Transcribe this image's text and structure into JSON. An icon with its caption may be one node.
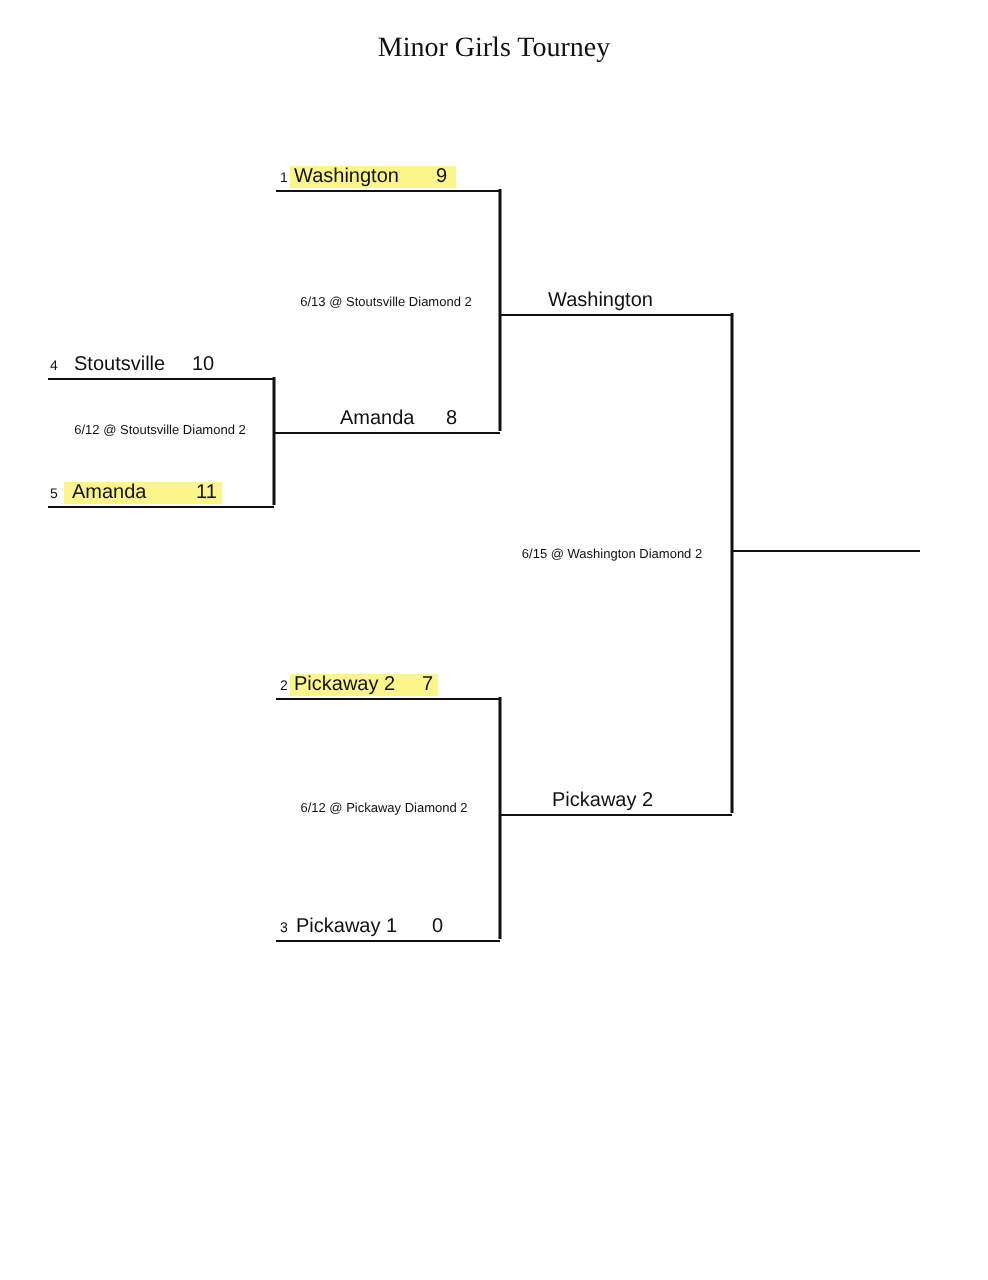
{
  "diagram": {
    "title": "Minor Girls Tourney",
    "nodes": [
      {
        "text": [
          "1",
          "Washington",
          "9"
        ]
      },
      {
        "text": [
          "4",
          "Stoutsville",
          "10"
        ]
      },
      {
        "text": [
          "5",
          "Amanda",
          "11"
        ]
      },
      {
        "text": [
          "Amanda",
          "8"
        ]
      },
      {
        "text": [
          "2",
          "Pickaway 2",
          "7"
        ]
      },
      {
        "text": [
          "3",
          "Pickaway 1",
          "0"
        ]
      },
      {
        "text": [
          "Washington"
        ]
      },
      {
        "text": [
          "Pickaway 2"
        ]
      },
      {
        "text": [],
        "shape": "bar"
      }
    ],
    "edges": [
      {
        "from": 1,
        "to": 3,
        "arrow": "none"
      },
      {
        "from": 2,
        "to": 3,
        "arrow": "none"
      },
      {
        "from": 0,
        "to": 6,
        "arrow": "none"
      },
      {
        "from": 3,
        "to": 6,
        "arrow": "none"
      },
      {
        "from": 4,
        "to": 7,
        "arrow": "none"
      },
      {
        "from": 5,
        "to": 7,
        "arrow": "none"
      },
      {
        "from": 6,
        "to": 8,
        "arrow": "none"
      },
      {
        "from": 7,
        "to": 8,
        "arrow": "none"
      }
    ],
    "labels": [
      "6/13 @ Stoutsville Diamond 2",
      "6/12 @ Stoutsville Diamond 2",
      "6/15 @ Washington Diamond 2",
      "6/12 @ Pickaway Diamond 2"
    ]
  }
}
